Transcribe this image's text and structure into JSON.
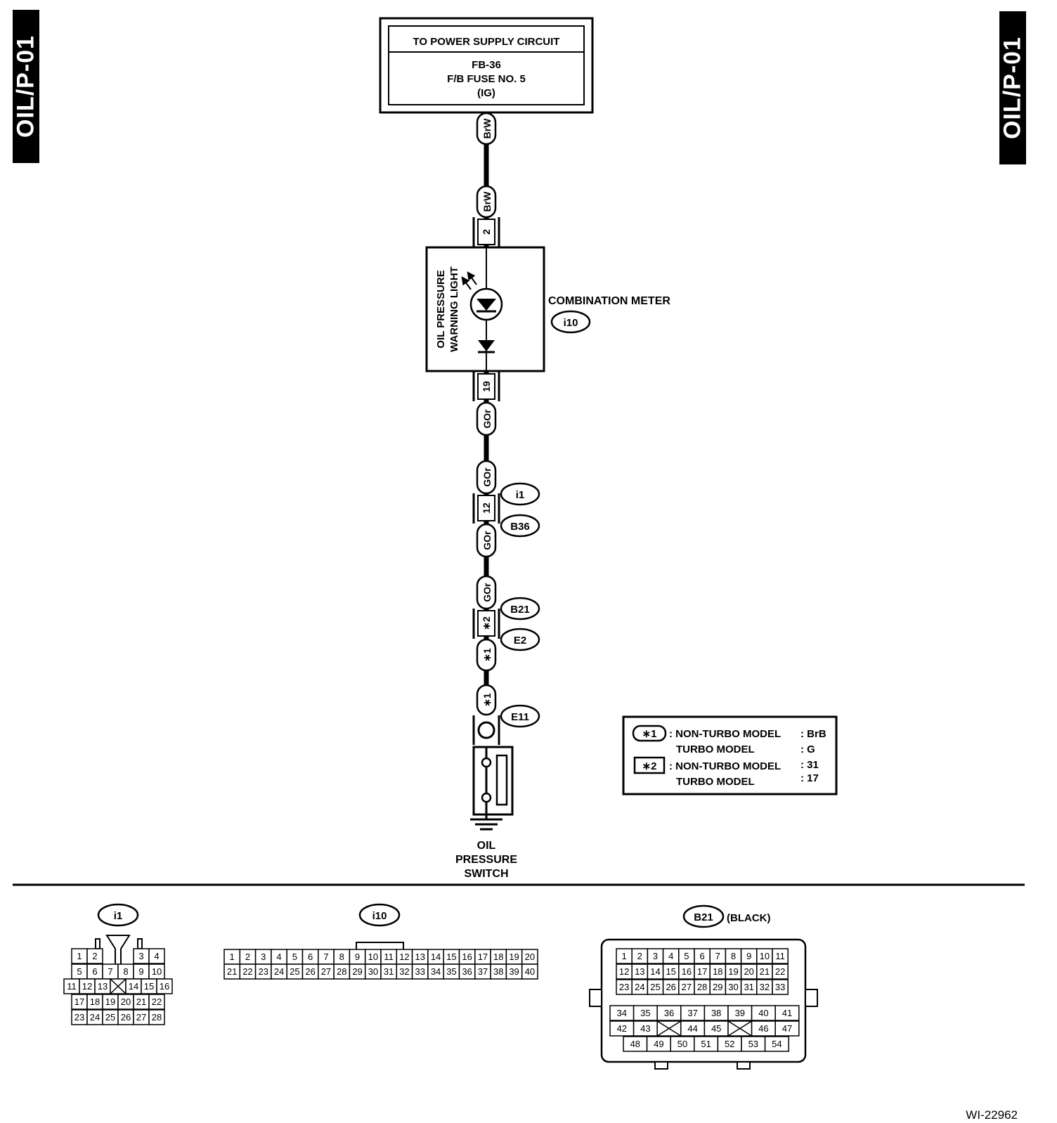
{
  "side_tabs": {
    "left": "OIL/P-01",
    "right": "OIL/P-01"
  },
  "power_supply": {
    "title": "TO POWER SUPPLY CIRCUIT",
    "line1": "FB-36",
    "line2": "F/B FUSE NO. 5",
    "line3": "(IG)"
  },
  "wire_labels": {
    "brw_top": "BrW",
    "brw_bottom": "BrW",
    "gor_1": "GOr",
    "gor_2": "GOr",
    "gor_3": "GOr",
    "gor_4": "GOr",
    "star1_a": "∗1",
    "star1_b": "∗1"
  },
  "pins": {
    "meter_in": "2",
    "meter_out": "19",
    "i1_b36": "12",
    "b21_e2": "∗2"
  },
  "meter": {
    "name": "COMBINATION METER",
    "connector": "i10",
    "lamp_line1": "OIL PRESSURE",
    "lamp_line2": "WARNING LIGHT"
  },
  "connector_tags": {
    "i1": "i1",
    "b36": "B36",
    "b21": "B21",
    "e2": "E2",
    "e11": "E11"
  },
  "switch": {
    "line1": "OIL",
    "line2": "PRESSURE",
    "line3": "SWITCH"
  },
  "legend": {
    "rows": [
      {
        "mark": "∗1",
        "label": ": NON-TURBO MODEL",
        "value": ": BrB"
      },
      {
        "mark": "",
        "label": "TURBO MODEL",
        "value": ": G"
      },
      {
        "mark": "∗2",
        "label": ": NON-TURBO MODEL",
        "value": ": 31"
      },
      {
        "mark": "",
        "label": "TURBO MODEL",
        "value": ": 17"
      }
    ]
  },
  "connector_views": {
    "i1": {
      "tag": "i1",
      "rows": [
        [
          "1",
          "2",
          "",
          "",
          "3",
          "4"
        ],
        [
          "5",
          "6",
          "7",
          "8",
          "9",
          "10"
        ],
        [
          "11",
          "12",
          "13",
          "X",
          "14",
          "15",
          "16"
        ],
        [
          "17",
          "18",
          "19",
          "20",
          "21",
          "22"
        ],
        [
          "23",
          "24",
          "25",
          "26",
          "27",
          "28"
        ]
      ]
    },
    "i10": {
      "tag": "i10",
      "rows": [
        [
          "1",
          "2",
          "3",
          "4",
          "5",
          "6",
          "7",
          "8",
          "9",
          "10",
          "11",
          "12",
          "13",
          "14",
          "15",
          "16",
          "17",
          "18",
          "19",
          "20"
        ],
        [
          "21",
          "22",
          "23",
          "24",
          "25",
          "26",
          "27",
          "28",
          "29",
          "30",
          "31",
          "32",
          "33",
          "34",
          "35",
          "36",
          "37",
          "38",
          "39",
          "40"
        ]
      ]
    },
    "b21": {
      "tag": "B21",
      "color": "(BLACK)",
      "rows": [
        [
          "1",
          "2",
          "3",
          "4",
          "5",
          "6",
          "7",
          "8",
          "9",
          "10",
          "11"
        ],
        [
          "12",
          "13",
          "14",
          "15",
          "16",
          "17",
          "18",
          "19",
          "20",
          "21",
          "22"
        ],
        [
          "23",
          "24",
          "25",
          "26",
          "27",
          "28",
          "29",
          "30",
          "31",
          "32",
          "33"
        ],
        [
          "34",
          "35",
          "36",
          "37",
          "38",
          "39",
          "40",
          "41"
        ],
        [
          "42",
          "43",
          "X",
          "44",
          "45",
          "X",
          "46",
          "47"
        ],
        [
          "48",
          "49",
          "50",
          "51",
          "52",
          "53",
          "54"
        ]
      ]
    }
  },
  "figure_id": "WI-22962"
}
